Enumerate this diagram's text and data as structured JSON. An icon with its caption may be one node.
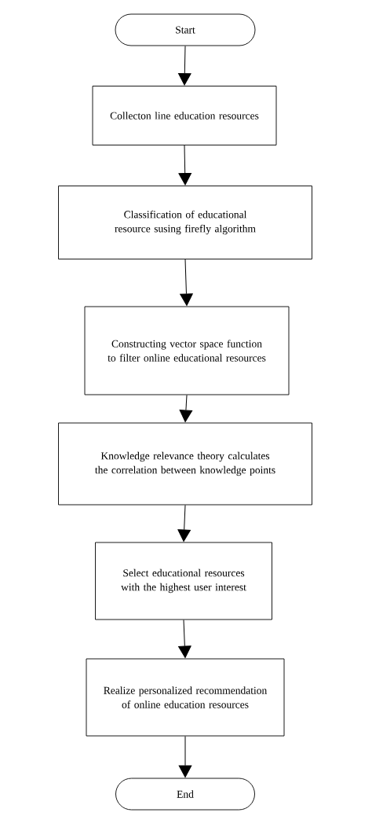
{
  "diagram": {
    "nodes": [
      {
        "text": [
          "Start"
        ]
      },
      {
        "text": [
          "Collecton line education resources"
        ]
      },
      {
        "text": [
          "Classification of educational resource susing firefly algorithm"
        ]
      },
      {
        "text": [
          "Constructing vector space function to filter online educational resources"
        ]
      },
      {
        "text": [
          "Knowledge relevance theory calculates the correlation between knowledge points"
        ]
      },
      {
        "text": [
          "Select educational resources with the highest user interest"
        ]
      },
      {
        "text": [
          "Realize personalized recommendation of online education resources"
        ]
      },
      {
        "text": [
          "End"
        ]
      }
    ],
    "edges": [
      {
        "from": 0,
        "to": 1,
        "arrow": "to"
      },
      {
        "from": 1,
        "to": 2,
        "arrow": "to"
      },
      {
        "from": 2,
        "to": 3,
        "arrow": "to"
      },
      {
        "from": 3,
        "to": 4,
        "arrow": "to"
      },
      {
        "from": 4,
        "to": 5,
        "arrow": "to"
      },
      {
        "from": 5,
        "to": 6,
        "arrow": "to"
      },
      {
        "from": 6,
        "to": 7,
        "arrow": "to"
      }
    ]
  }
}
